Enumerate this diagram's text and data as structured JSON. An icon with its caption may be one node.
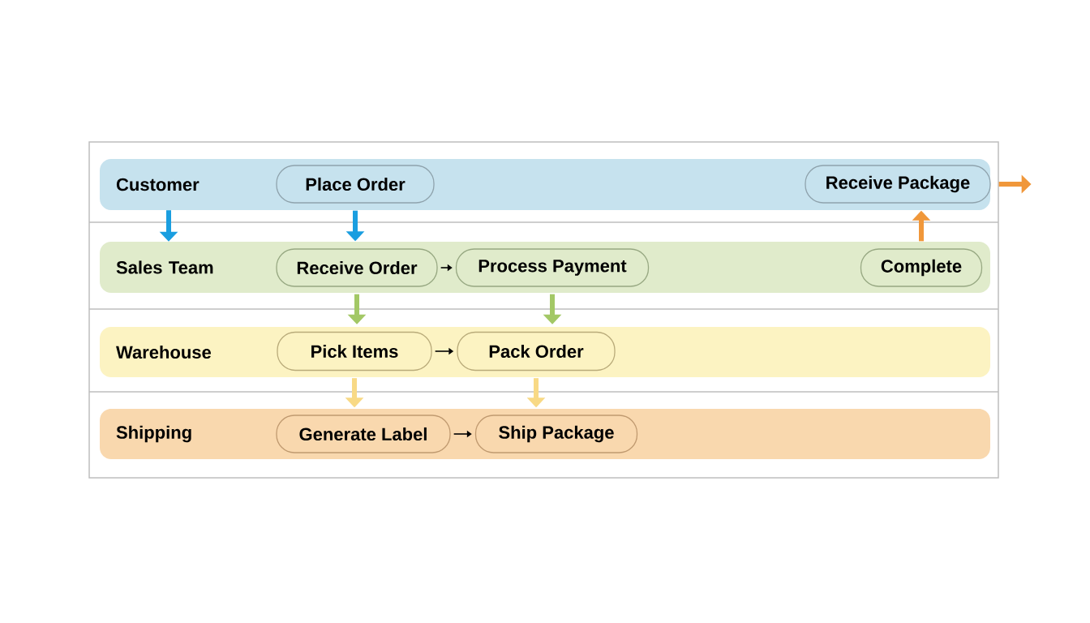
{
  "diagram": {
    "nodes": [
      {
        "text": [
          "Customer"
        ]
      },
      {
        "text": [
          "Place Order"
        ],
        "in": 0
      },
      {
        "text": [
          "Receive Package"
        ],
        "in": 0
      },
      {
        "text": [
          "Sales Team"
        ]
      },
      {
        "text": [
          "Receive Order"
        ],
        "in": 3
      },
      {
        "text": [
          "Process Payment"
        ],
        "in": 3
      },
      {
        "text": [
          "Complete"
        ],
        "in": 3
      },
      {
        "text": [
          "Warehouse"
        ]
      },
      {
        "text": [
          "Pick Items"
        ],
        "in": 7
      },
      {
        "text": [
          "Pack Order"
        ],
        "in": 7
      },
      {
        "text": [
          "Shipping"
        ]
      },
      {
        "text": [
          "Generate Label"
        ],
        "in": 10
      },
      {
        "text": [
          "Ship Package"
        ],
        "in": 10
      }
    ],
    "edges": [
      {
        "from": 0,
        "to": 3,
        "arrow": "to",
        "color": "#1a9ee0"
      },
      {
        "from": 1,
        "to": 4,
        "arrow": "to",
        "color": "#1a9ee0"
      },
      {
        "from": 4,
        "to": 5,
        "arrow": "to",
        "color": "#000000"
      },
      {
        "from": 4,
        "to": 8,
        "arrow": "to",
        "color": "#a3c866"
      },
      {
        "from": 5,
        "to": 9,
        "arrow": "to",
        "color": "#a3c866"
      },
      {
        "from": 6,
        "to": 2,
        "arrow": "to",
        "color": "#f0973a"
      },
      {
        "from": 8,
        "to": 9,
        "arrow": "to",
        "color": "#000000"
      },
      {
        "from": 8,
        "to": 11,
        "arrow": "to",
        "color": "#f8d985"
      },
      {
        "from": 9,
        "to": 12,
        "arrow": "to",
        "color": "#f8d985"
      },
      {
        "from": 11,
        "to": 12,
        "arrow": "to",
        "color": "#000000"
      },
      {
        "from": 2,
        "to": null,
        "arrow": "to",
        "color": "#f0973a"
      }
    ]
  }
}
